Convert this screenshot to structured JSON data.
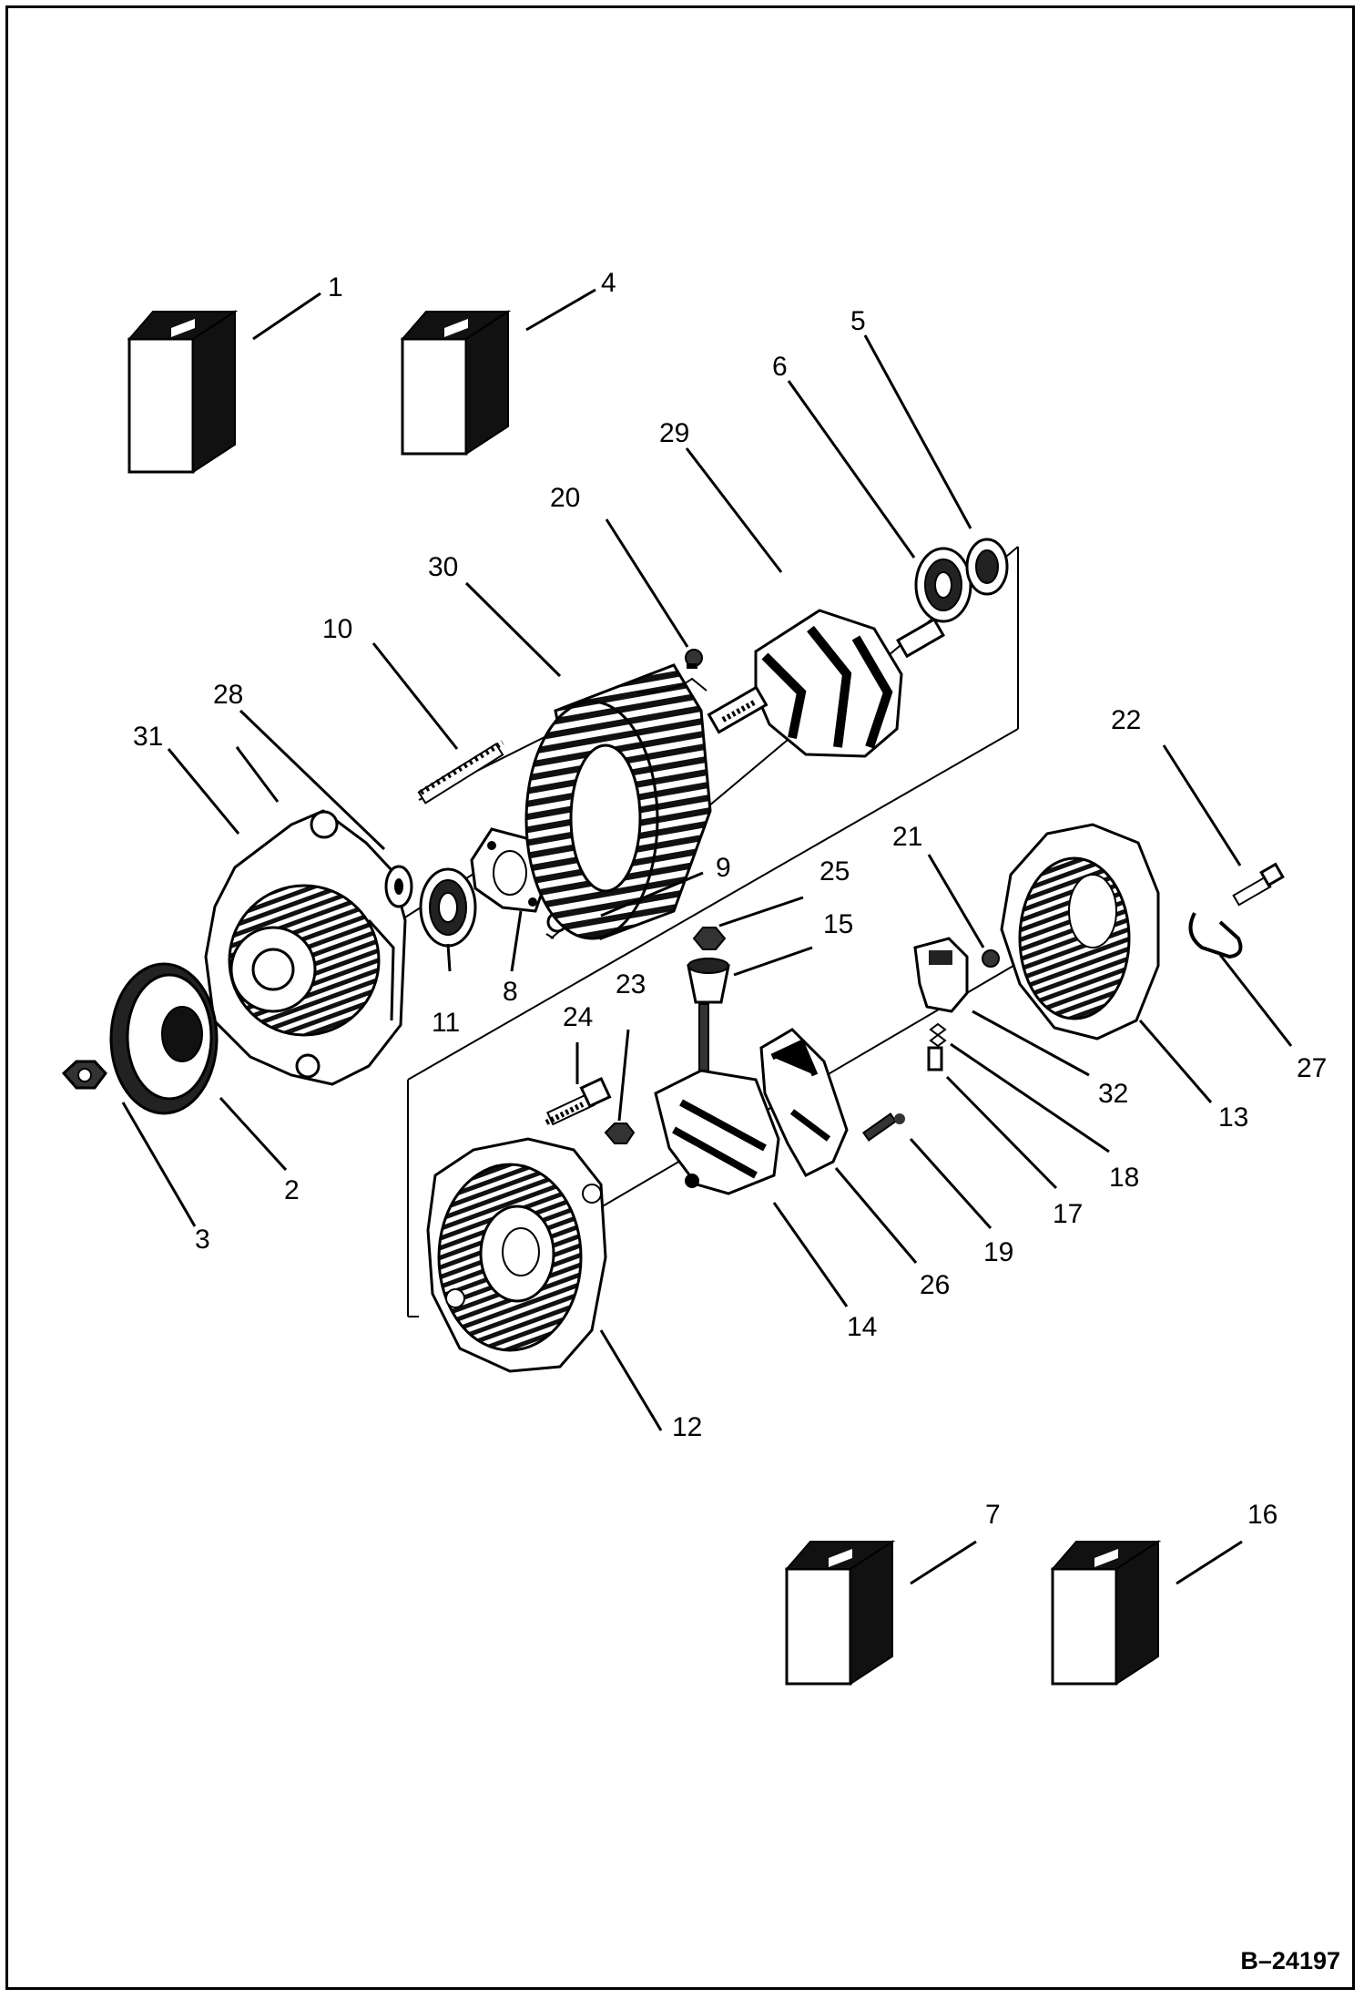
{
  "figure_id": "B–24197",
  "callouts": {
    "c1": "1",
    "c2": "2",
    "c3": "3",
    "c4": "4",
    "c5": "5",
    "c6": "6",
    "c7": "7",
    "c8": "8",
    "c9": "9",
    "c10": "10",
    "c11": "11",
    "c12": "12",
    "c13": "13",
    "c14": "14",
    "c15": "15",
    "c16": "16",
    "c17": "17",
    "c18": "18",
    "c19": "19",
    "c20": "20",
    "c21": "21",
    "c22": "22",
    "c23": "23",
    "c24": "24",
    "c25": "25",
    "c26": "26",
    "c27": "27",
    "c28": "28",
    "c29": "29",
    "c30": "30",
    "c31": "31",
    "c32": "32"
  }
}
